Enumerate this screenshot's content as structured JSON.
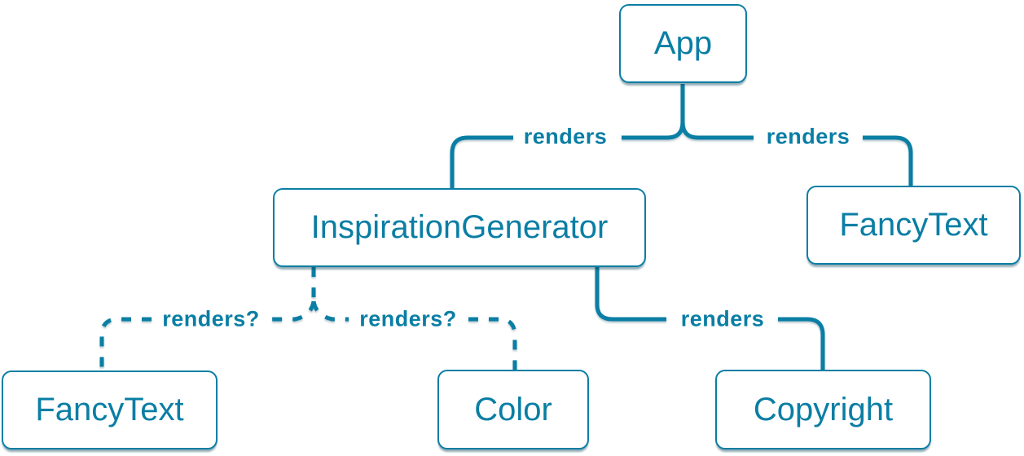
{
  "colors": {
    "accent": "#0a7ea4",
    "node_fill": "#ffffff",
    "background": "#ffffff"
  },
  "nodes": [
    {
      "id": "app",
      "label": "App"
    },
    {
      "id": "inspiration-generator",
      "label": "InspirationGenerator"
    },
    {
      "id": "fancy-text-top",
      "label": "FancyText"
    },
    {
      "id": "fancy-text-bottom",
      "label": "FancyText"
    },
    {
      "id": "color",
      "label": "Color"
    },
    {
      "id": "copyright",
      "label": "Copyright"
    }
  ],
  "edges": [
    {
      "from": "App",
      "to": "InspirationGenerator",
      "label": "renders",
      "style": "solid"
    },
    {
      "from": "App",
      "to": "FancyText",
      "label": "renders",
      "style": "solid"
    },
    {
      "from": "InspirationGenerator",
      "to": "FancyText",
      "label": "renders?",
      "style": "dashed"
    },
    {
      "from": "InspirationGenerator",
      "to": "Color",
      "label": "renders?",
      "style": "dashed"
    },
    {
      "from": "InspirationGenerator",
      "to": "Copyright",
      "label": "renders",
      "style": "solid"
    }
  ]
}
